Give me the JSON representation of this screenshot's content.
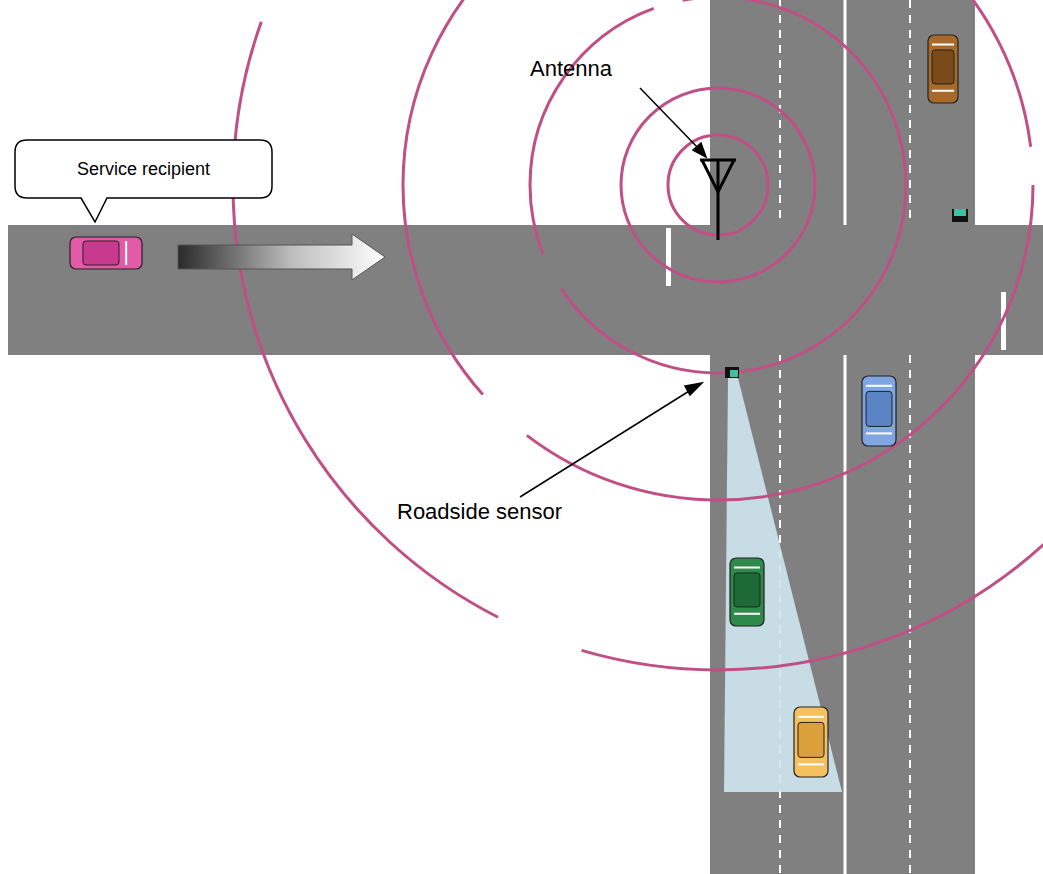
{
  "diagram": {
    "nodes": [
      {
        "text": [
          "Service recipient"
        ]
      }
    ],
    "labels": [
      "Antenna",
      "Roadside sensor"
    ]
  }
}
